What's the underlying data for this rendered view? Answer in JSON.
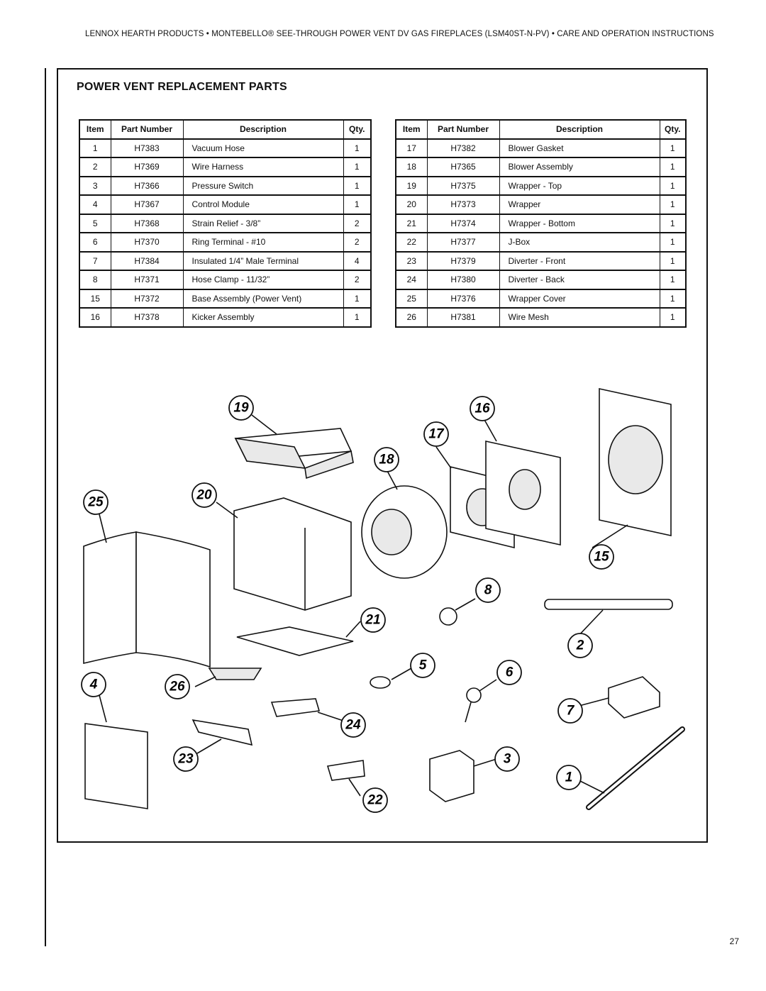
{
  "header": {
    "text": "LENNOX HEARTH PRODUCTS • MONTEBELLO® SEE-THROUGH POWER VENT DV GAS FIREPLACES (LSM40ST-N-PV) • CARE AND OPERATION INSTRUCTIONS"
  },
  "section": {
    "title": "POWER VENT REPLACEMENT PARTS"
  },
  "table_headers": {
    "item": "Item",
    "part_number": "Part Number",
    "description": "Description",
    "qty": "Qty."
  },
  "table_left": [
    {
      "item": "1",
      "part": "H7383",
      "desc": "Vacuum Hose",
      "qty": "1"
    },
    {
      "item": "2",
      "part": "H7369",
      "desc": "Wire Harness",
      "qty": "1"
    },
    {
      "item": "3",
      "part": "H7366",
      "desc": "Pressure Switch",
      "qty": "1"
    },
    {
      "item": "4",
      "part": "H7367",
      "desc": "Control Module",
      "qty": "1"
    },
    {
      "item": "5",
      "part": "H7368",
      "desc": "Strain Relief - 3/8”",
      "qty": "2"
    },
    {
      "item": "6",
      "part": "H7370",
      "desc": "Ring Terminal - #10",
      "qty": "2"
    },
    {
      "item": "7",
      "part": "H7384",
      "desc": "Insulated 1/4” Male Terminal",
      "qty": "4"
    },
    {
      "item": "8",
      "part": "H7371",
      "desc": "Hose Clamp - 11/32”",
      "qty": "2"
    },
    {
      "item": "15",
      "part": "H7372",
      "desc": "Base Assembly (Power Vent)",
      "qty": "1"
    },
    {
      "item": "16",
      "part": "H7378",
      "desc": "Kicker Assembly",
      "qty": "1"
    }
  ],
  "table_right": [
    {
      "item": "17",
      "part": "H7382",
      "desc": "Blower Gasket",
      "qty": "1"
    },
    {
      "item": "18",
      "part": "H7365",
      "desc": "Blower Assembly",
      "qty": "1"
    },
    {
      "item": "19",
      "part": "H7375",
      "desc": "Wrapper - Top",
      "qty": "1"
    },
    {
      "item": "20",
      "part": "H7373",
      "desc": "Wrapper",
      "qty": "1"
    },
    {
      "item": "21",
      "part": "H7374",
      "desc": "Wrapper - Bottom",
      "qty": "1"
    },
    {
      "item": "22",
      "part": "H7377",
      "desc": "J-Box",
      "qty": "1"
    },
    {
      "item": "23",
      "part": "H7379",
      "desc": "Diverter - Front",
      "qty": "1"
    },
    {
      "item": "24",
      "part": "H7380",
      "desc": "Diverter - Back",
      "qty": "1"
    },
    {
      "item": "25",
      "part": "H7376",
      "desc": "Wrapper Cover",
      "qty": "1"
    },
    {
      "item": "26",
      "part": "H7381",
      "desc": "Wire Mesh",
      "qty": "1"
    }
  ],
  "callouts": [
    "19",
    "16",
    "17",
    "18",
    "25",
    "20",
    "15",
    "8",
    "21",
    "2",
    "5",
    "6",
    "4",
    "26",
    "7",
    "24",
    "23",
    "3",
    "1",
    "22"
  ],
  "page_number": "27"
}
